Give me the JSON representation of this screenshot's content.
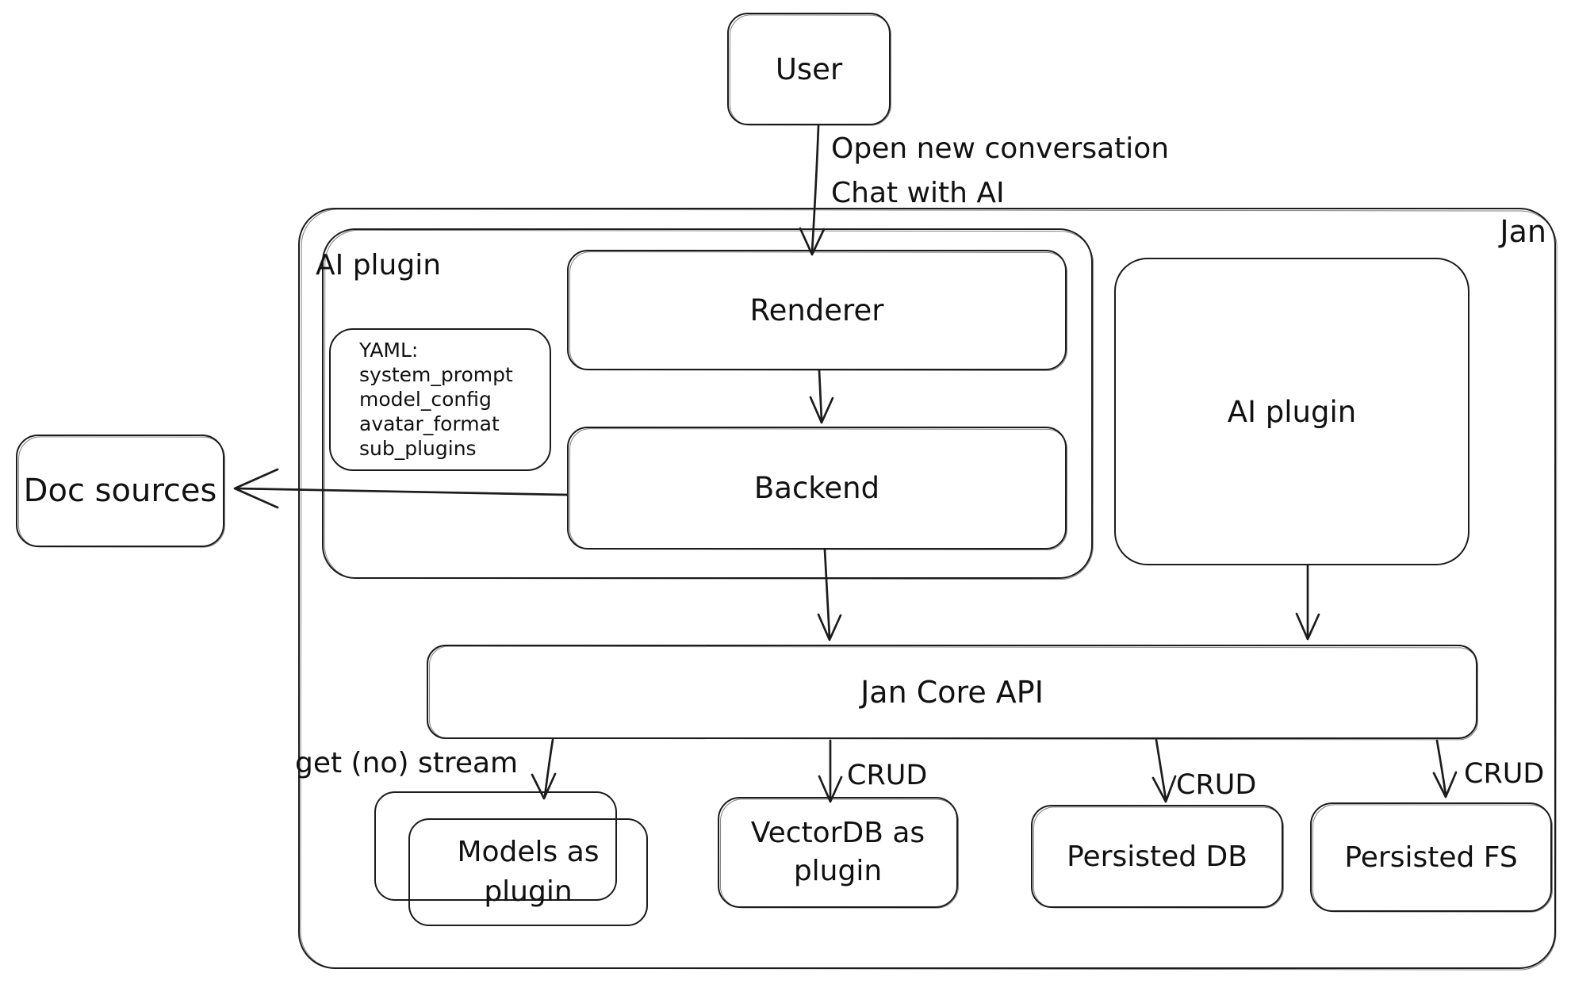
{
  "colors": {
    "stroke": "#1c1c1c",
    "text": "#111111",
    "background": "#ffffff"
  },
  "nodes": {
    "user": {
      "label": "User"
    },
    "jan": {
      "label": "Jan"
    },
    "ai_plugin_left": {
      "label": "AI plugin"
    },
    "renderer": {
      "label": "Renderer"
    },
    "yaml_note": {
      "lines": [
        "YAML:",
        "system_prompt",
        "model_config",
        "avatar_format",
        "sub_plugins"
      ]
    },
    "backend": {
      "label": "Backend"
    },
    "doc_sources": {
      "label": "Doc sources"
    },
    "ai_plugin_right": {
      "label": "AI plugin"
    },
    "jan_core_api": {
      "label": "Jan Core API"
    },
    "models_plugin": {
      "lines": [
        "Models as",
        "plugin"
      ]
    },
    "vectordb_plugin": {
      "lines": [
        "VectorDB as",
        "plugin"
      ]
    },
    "persisted_db": {
      "label": "Persisted DB"
    },
    "persisted_fs": {
      "label": "Persisted FS"
    }
  },
  "edges": {
    "user_to_renderer": {
      "lines": [
        "Open new conversation",
        "Chat with AI"
      ]
    },
    "core_to_models": {
      "label": "get (no) stream"
    },
    "core_to_vectordb": {
      "label": "CRUD"
    },
    "core_to_persisted_db": {
      "label": "CRUD"
    },
    "core_to_persisted_fs": {
      "label": "CRUD"
    }
  }
}
